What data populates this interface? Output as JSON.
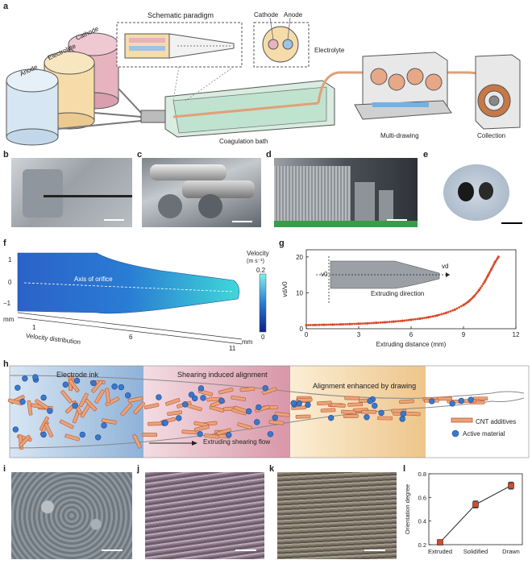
{
  "panels": {
    "a": "a",
    "b": "b",
    "c": "c",
    "d": "d",
    "e": "e",
    "f": "f",
    "g": "g",
    "h": "h",
    "i": "i",
    "j": "j",
    "k": "k",
    "l": "l"
  },
  "panel_a": {
    "inset_left_title": "Schematic paradigm",
    "cathode": "Cathode",
    "anode": "Anode",
    "electrolyte": "Electrolyte",
    "tank_cathode": "Cathode",
    "tank_electrolyte": "Electrolyte",
    "tank_anode": "Anode",
    "coagulation": "Coagulation bath",
    "multidrawing": "Multi-drawing",
    "collection": "Collection"
  },
  "panel_f": {
    "axis_label": "Axis of orifice",
    "velocity_title": "Velocity",
    "velocity_unit": "(m s⁻¹)",
    "cb_max": "0.2",
    "cb_min": "0",
    "y_ticks": [
      "1",
      "0",
      "−1"
    ],
    "x_ticks": [
      "1",
      "6",
      "11"
    ],
    "mm_left": "mm",
    "mm_right": "mm",
    "caption": "Velocity distribution"
  },
  "panel_h": {
    "seg1": "Electrode ink",
    "seg2": "Shearing induced alignment",
    "seg3": "Alignment enhanced by drawing",
    "flow": "Extruding shearing flow",
    "legend_cnt": "CNT additives",
    "legend_active": "Active material"
  },
  "panel_g_text": {
    "inset_v0": "v0",
    "inset_vd": "vd",
    "inset_label": "Extruding direction"
  },
  "colors": {
    "electrode_red": "#d94a2a",
    "cnt_orange": "#e8a47a",
    "active_blue": "#3b78c8",
    "panel_blue": "#bcd3ea",
    "panel_pink": "#e6b6c2",
    "panel_tan": "#f2d6a8"
  },
  "chart_data": [
    {
      "type": "scatter",
      "panel": "g",
      "xlabel": "Extruding distance (mm)",
      "ylabel": "vd/v0",
      "xlim": [
        0,
        12
      ],
      "ylim": [
        0,
        22
      ],
      "xticks": [
        0,
        3,
        6,
        9,
        12
      ],
      "yticks": [
        0,
        10,
        20
      ],
      "series": [
        {
          "color": "#d94a2a",
          "x": [
            0,
            0.5,
            1,
            1.5,
            2,
            2.5,
            3,
            3.5,
            4,
            4.5,
            5,
            5.5,
            6,
            6.5,
            7,
            7.5,
            8,
            8.5,
            9,
            9.3,
            9.6,
            9.9,
            10.2,
            10.4,
            10.6,
            10.8,
            11
          ],
          "y": [
            1.0,
            1.05,
            1.1,
            1.15,
            1.2,
            1.3,
            1.4,
            1.5,
            1.65,
            1.8,
            2.0,
            2.2,
            2.5,
            2.8,
            3.2,
            3.7,
            4.4,
            5.3,
            6.6,
            7.6,
            9.0,
            10.8,
            13.0,
            14.8,
            16.6,
            18.5,
            20.0
          ]
        }
      ]
    },
    {
      "type": "line",
      "panel": "l",
      "ylabel": "Orientation degree",
      "categories": [
        "Extruded",
        "Solidified",
        "Drawn"
      ],
      "ylim": [
        0.2,
        0.8
      ],
      "yticks": [
        0.2,
        0.4,
        0.6,
        0.8
      ],
      "values": [
        0.22,
        0.54,
        0.7
      ],
      "errors": [
        0.02,
        0.03,
        0.03
      ]
    }
  ]
}
